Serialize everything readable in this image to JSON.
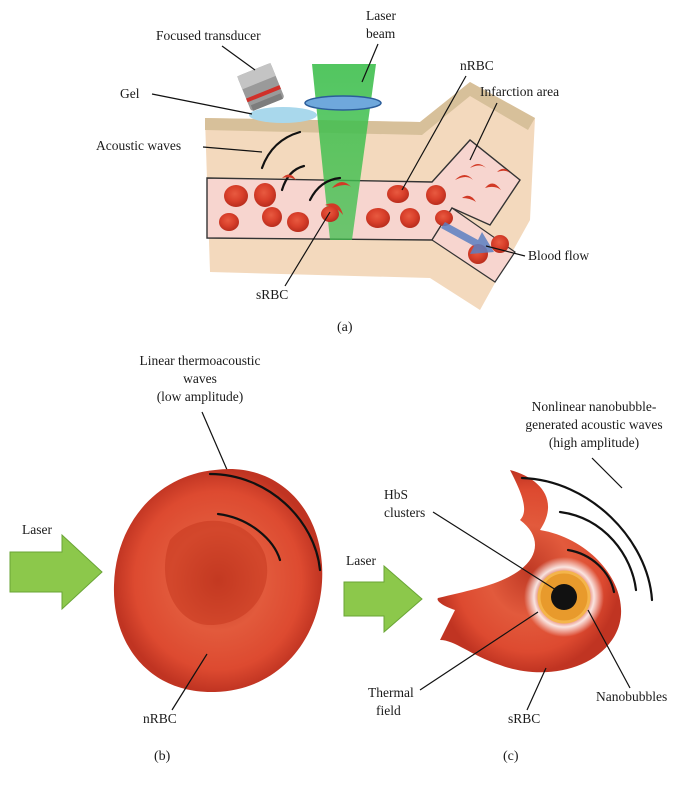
{
  "panel_a": {
    "label": "(a)",
    "focused_transducer": "Focused transducer",
    "laser_beam": [
      "Laser",
      "beam"
    ],
    "gel": "Gel",
    "nrbc": "nRBC",
    "infarction_area": "Infarction area",
    "acoustic_waves": "Acoustic waves",
    "blood_flow": "Blood flow",
    "srbc": "sRBC"
  },
  "panel_b": {
    "label": "(b)",
    "title_lines": [
      "Linear thermoacoustic",
      "waves",
      "(low amplitude)"
    ],
    "laser": "Laser",
    "nrbc": "nRBC"
  },
  "panel_c": {
    "label": "(c)",
    "title_lines": [
      "Nonlinear nanobubble-",
      "generated acoustic waves",
      "(high amplitude)"
    ],
    "hbs_clusters": [
      "HbS",
      "clusters"
    ],
    "laser": "Laser",
    "thermal_field": [
      "Thermal",
      "field"
    ],
    "srbc": "sRBC",
    "nanobubbles": "Nanobubbles"
  },
  "colors": {
    "rbc": "#d9402b",
    "rbc_dark": "#b0291b",
    "vessel_wall": "#f0c9a3",
    "vessel_lumen": "#f7d7d2",
    "laser_green": "#3fbf4e",
    "arrow_green": "#8cc84b",
    "gel_blue": "#9dd1e8",
    "nanobubble_ring": "#e89a2c"
  }
}
